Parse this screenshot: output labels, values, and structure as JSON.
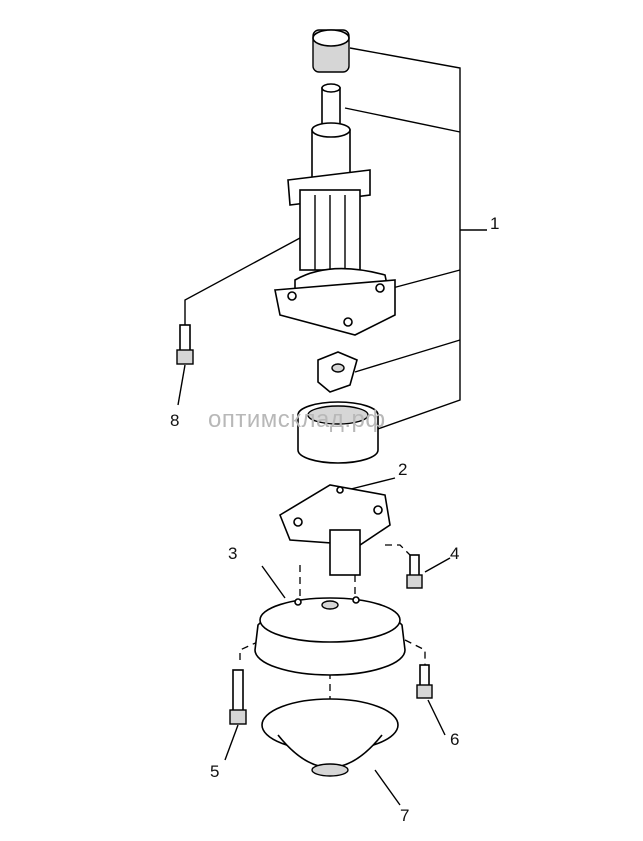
{
  "diagram": {
    "callouts": [
      {
        "id": "1",
        "label": "1"
      },
      {
        "id": "2",
        "label": "2"
      },
      {
        "id": "3",
        "label": "3"
      },
      {
        "id": "4",
        "label": "4"
      },
      {
        "id": "5",
        "label": "5"
      },
      {
        "id": "6",
        "label": "6"
      },
      {
        "id": "7",
        "label": "7"
      },
      {
        "id": "8",
        "label": "8"
      }
    ],
    "watermark": "оптимсклад.рф"
  }
}
